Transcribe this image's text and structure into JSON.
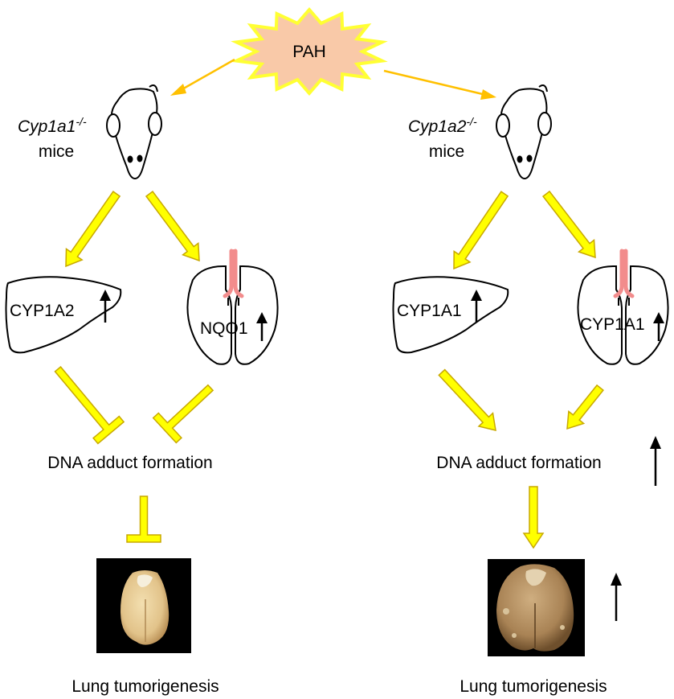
{
  "source": {
    "label": "PAH"
  },
  "left": {
    "mouse_label": "Cyp1a1",
    "mouse_label_sup": "-/-",
    "mouse_label_line2": "mice",
    "liver_label": "CYP1A2",
    "lung_label": "NQO1",
    "dna_label": "DNA adduct formation",
    "outcome_label": "Lung tumorigenesis"
  },
  "right": {
    "mouse_label": "Cyp1a2",
    "mouse_label_sup": "-/-",
    "mouse_label_line2": "mice",
    "liver_label": "CYP1A1",
    "lung_label": "CYP1A1",
    "dna_label": "DNA adduct formation",
    "outcome_label": "Lung tumorigenesis"
  },
  "colors": {
    "burst_fill": "#f9c9a8",
    "burst_stroke": "#ffff33",
    "yellow_fill": "#ffff00",
    "yellow_stroke": "#c8a800",
    "orange_line": "#ffc000",
    "trachea": "#f28c8c"
  }
}
